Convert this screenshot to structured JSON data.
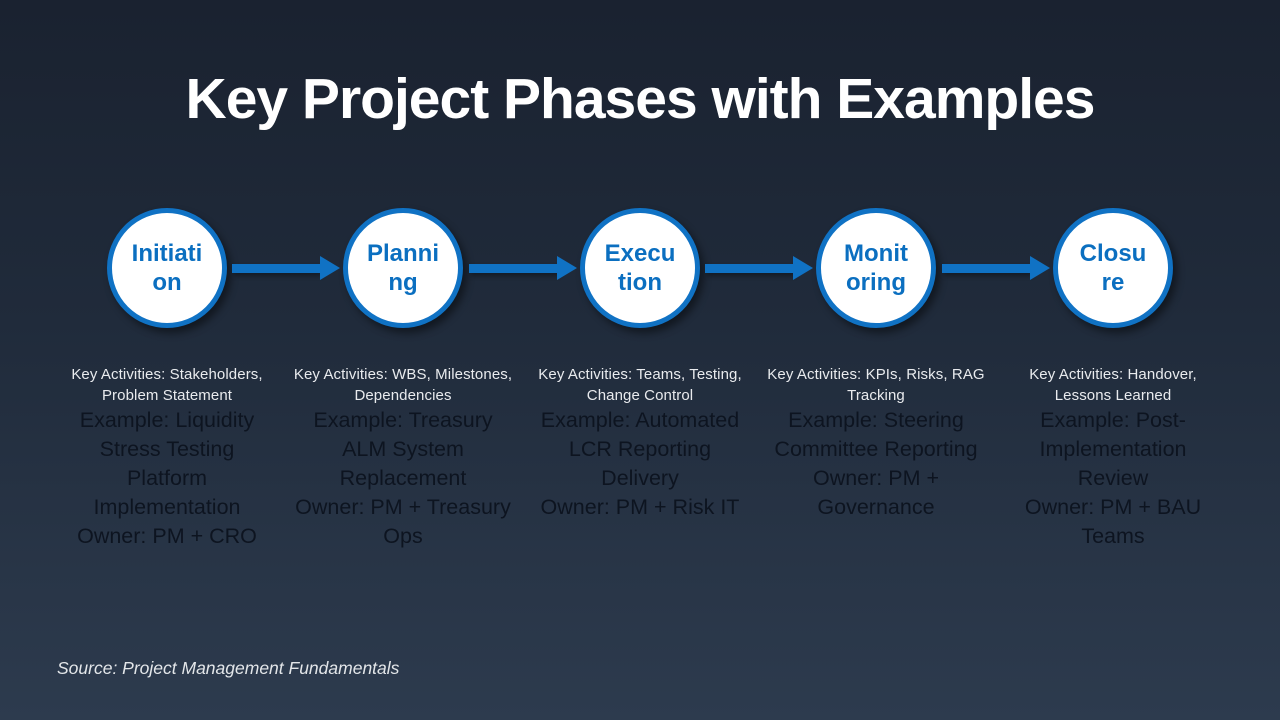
{
  "title": "Key Project Phases with Examples",
  "source_note": "Source: Project Management Fundamentals",
  "colors": {
    "background_top": "#1a2230",
    "background_bottom": "#2d3b4e",
    "accent_blue": "#1072c4",
    "circle_fill": "#ffffff",
    "circle_text": "#0b6fc0",
    "title_text": "#ffffff",
    "activities_text": "#e9ebee",
    "example_text": "#0d1420"
  },
  "phases": [
    {
      "name": "Initiation",
      "label_line1": "Initiati",
      "label_line2": "on",
      "key_activities": "Key Activities: Stakeholders, Problem Statement",
      "example": "Example: Liquidity Stress Testing Platform Implementation",
      "owner": "Owner: PM + CRO"
    },
    {
      "name": "Planning",
      "label_line1": "Planni",
      "label_line2": "ng",
      "key_activities": "Key Activities: WBS, Milestones, Dependencies",
      "example": "Example: Treasury ALM System Replacement",
      "owner": "Owner: PM + Treasury Ops"
    },
    {
      "name": "Execution",
      "label_line1": "Execu",
      "label_line2": "tion",
      "key_activities": "Key Activities: Teams, Testing, Change Control",
      "example": "Example: Automated LCR Reporting Delivery",
      "owner": "Owner: PM + Risk IT"
    },
    {
      "name": "Monitoring",
      "label_line1": "Monit",
      "label_line2": "oring",
      "key_activities": "Key Activities: KPIs, Risks, RAG Tracking",
      "example": "Example: Steering Committee Reporting",
      "owner": "Owner: PM + Governance"
    },
    {
      "name": "Closure",
      "label_line1": "Closu",
      "label_line2": "re",
      "key_activities": "Key Activities: Handover, Lessons Learned",
      "example": "Example: Post-Implementation Review",
      "owner": "Owner: PM + BAU Teams"
    }
  ]
}
